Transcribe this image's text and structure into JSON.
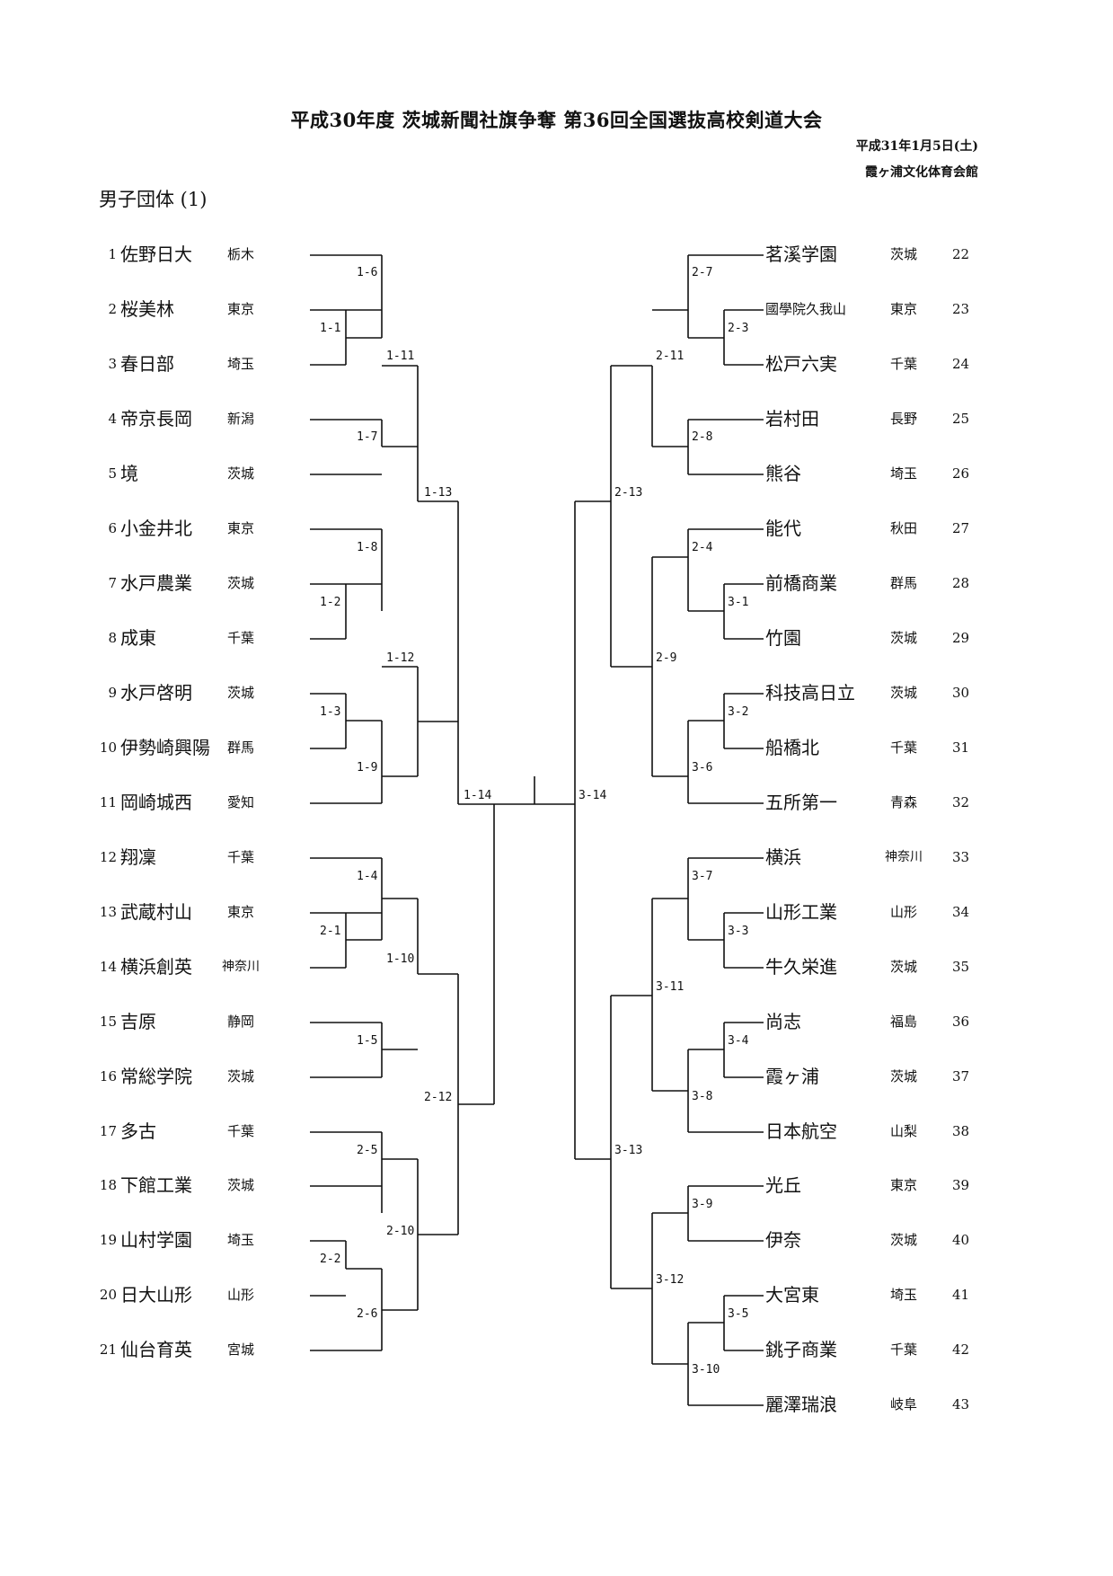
{
  "header": {
    "title": "平成30年度  茨城新聞社旗争奪  第36回全国選抜高校剣道大会",
    "date": "平成31年1月5日(土)",
    "venue": "霞ヶ浦文化体育会館"
  },
  "section_title": "男子団体 (1)",
  "left_entries": [
    {
      "seed": "1",
      "name": "佐野日大",
      "pref": "栃木"
    },
    {
      "seed": "2",
      "name": "桜美林",
      "pref": "東京"
    },
    {
      "seed": "3",
      "name": "春日部",
      "pref": "埼玉"
    },
    {
      "seed": "4",
      "name": "帝京長岡",
      "pref": "新潟"
    },
    {
      "seed": "5",
      "name": "境",
      "pref": "茨城"
    },
    {
      "seed": "6",
      "name": "小金井北",
      "pref": "東京"
    },
    {
      "seed": "7",
      "name": "水戸農業",
      "pref": "茨城"
    },
    {
      "seed": "8",
      "name": "成東",
      "pref": "千葉"
    },
    {
      "seed": "9",
      "name": "水戸啓明",
      "pref": "茨城"
    },
    {
      "seed": "10",
      "name": "伊勢崎興陽",
      "pref": "群馬"
    },
    {
      "seed": "11",
      "name": "岡崎城西",
      "pref": "愛知"
    },
    {
      "seed": "12",
      "name": "翔凜",
      "pref": "千葉"
    },
    {
      "seed": "13",
      "name": "武蔵村山",
      "pref": "東京"
    },
    {
      "seed": "14",
      "name": "横浜創英",
      "pref": "神奈川"
    },
    {
      "seed": "15",
      "name": "吉原",
      "pref": "静岡"
    },
    {
      "seed": "16",
      "name": "常総学院",
      "pref": "茨城"
    },
    {
      "seed": "17",
      "name": "多古",
      "pref": "千葉"
    },
    {
      "seed": "18",
      "name": "下館工業",
      "pref": "茨城"
    },
    {
      "seed": "19",
      "name": "山村学園",
      "pref": "埼玉"
    },
    {
      "seed": "20",
      "name": "日大山形",
      "pref": "山形"
    },
    {
      "seed": "21",
      "name": "仙台育英",
      "pref": "宮城"
    }
  ],
  "right_entries": [
    {
      "seed": "22",
      "name": "茗溪学園",
      "pref": "茨城"
    },
    {
      "seed": "23",
      "name": "國學院久我山",
      "pref": "東京"
    },
    {
      "seed": "24",
      "name": "松戸六実",
      "pref": "千葉"
    },
    {
      "seed": "25",
      "name": "岩村田",
      "pref": "長野"
    },
    {
      "seed": "26",
      "name": "熊谷",
      "pref": "埼玉"
    },
    {
      "seed": "27",
      "name": "能代",
      "pref": "秋田"
    },
    {
      "seed": "28",
      "name": "前橋商業",
      "pref": "群馬"
    },
    {
      "seed": "29",
      "name": "竹園",
      "pref": "茨城"
    },
    {
      "seed": "30",
      "name": "科技高日立",
      "pref": "茨城"
    },
    {
      "seed": "31",
      "name": "船橋北",
      "pref": "千葉"
    },
    {
      "seed": "32",
      "name": "五所第一",
      "pref": "青森"
    },
    {
      "seed": "33",
      "name": "横浜",
      "pref": "神奈川"
    },
    {
      "seed": "34",
      "name": "山形工業",
      "pref": "山形"
    },
    {
      "seed": "35",
      "name": "牛久栄進",
      "pref": "茨城"
    },
    {
      "seed": "36",
      "name": "尚志",
      "pref": "福島"
    },
    {
      "seed": "37",
      "name": "霞ヶ浦",
      "pref": "茨城"
    },
    {
      "seed": "38",
      "name": "日本航空",
      "pref": "山梨"
    },
    {
      "seed": "39",
      "name": "光丘",
      "pref": "東京"
    },
    {
      "seed": "40",
      "name": "伊奈",
      "pref": "茨城"
    },
    {
      "seed": "41",
      "name": "大宮東",
      "pref": "埼玉"
    },
    {
      "seed": "42",
      "name": "銚子商業",
      "pref": "千葉"
    },
    {
      "seed": "43",
      "name": "麗澤瑞浪",
      "pref": "岐阜"
    }
  ],
  "match_labels": {
    "m1_6": "1-6",
    "m1_1": "1-1",
    "m1_11": "1-11",
    "m1_7": "1-7",
    "m1_13": "1-13",
    "m1_8": "1-8",
    "m1_2": "1-2",
    "m1_12": "1-12",
    "m1_3": "1-3",
    "m1_9": "1-9",
    "m1_14": "1-14",
    "m1_4": "1-4",
    "m2_1": "2-1",
    "m1_10": "1-10",
    "m1_5": "1-5",
    "m2_12": "2-12",
    "m2_5": "2-5",
    "m2_10": "2-10",
    "m2_2": "2-2",
    "m2_6": "2-6",
    "m2_7": "2-7",
    "m2_3": "2-3",
    "m2_11": "2-11",
    "m2_8": "2-8",
    "m2_13": "2-13",
    "m2_4": "2-4",
    "m3_1": "3-1",
    "m2_9": "2-9",
    "m3_2": "3-2",
    "m3_6": "3-6",
    "m3_14": "3-14",
    "m3_7": "3-7",
    "m3_3": "3-3",
    "m3_11": "3-11",
    "m3_4": "3-4",
    "m3_8": "3-8",
    "m3_13": "3-13",
    "m3_9": "3-9",
    "m3_12": "3-12",
    "m3_5": "3-5",
    "m3_10": "3-10"
  }
}
